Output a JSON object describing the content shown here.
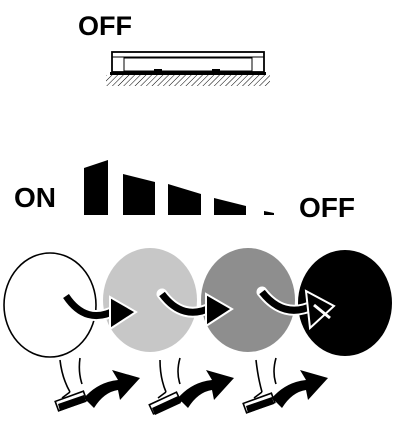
{
  "labels": {
    "top_state": "OFF",
    "on": "ON",
    "off": "OFF"
  },
  "colors": {
    "circle_1": "#ffffff",
    "circle_2": "#c7c7c7",
    "circle_3": "#8e8e8e",
    "circle_4": "#000000",
    "ink": "#000000"
  },
  "level_bars": 5
}
